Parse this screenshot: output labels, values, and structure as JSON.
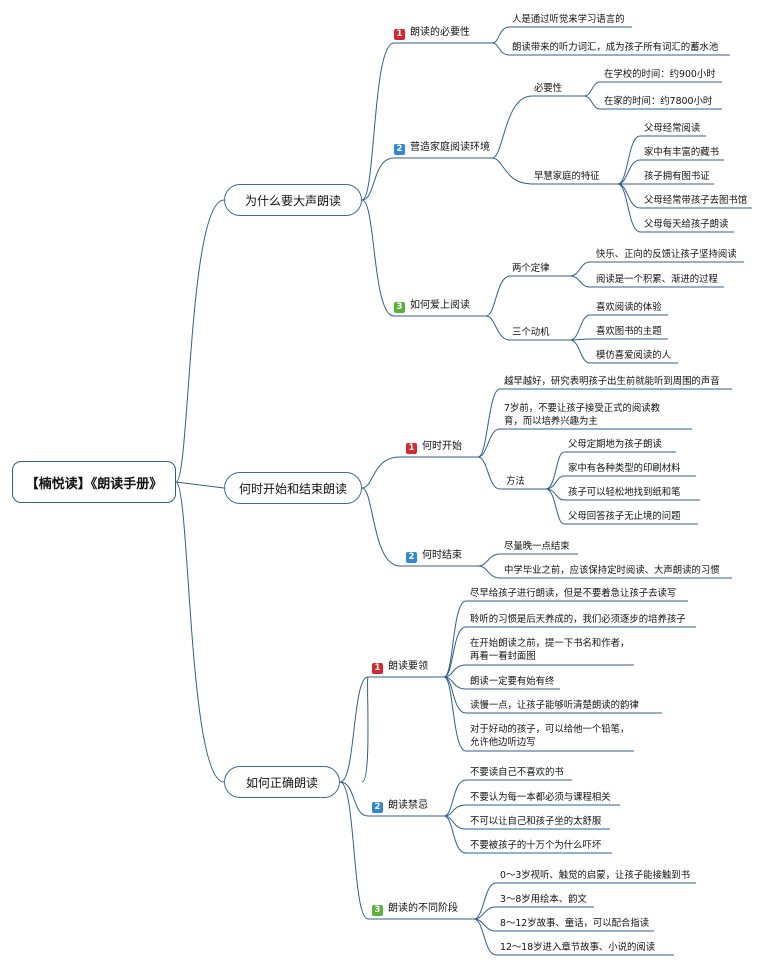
{
  "root": "【楠悦读】《朗读手册》",
  "branches": [
    {
      "title": "为什么要大声朗读",
      "subs": [
        {
          "num": "1",
          "label": "朗读的必要性",
          "items": [
            "人是通过听觉来学习语言的",
            "朗读带来的听力词汇，成为孩子所有词汇的蓄水池"
          ]
        },
        {
          "num": "2",
          "label": "营造家庭阅读环境",
          "groups": [
            {
              "label": "必要性",
              "items": [
                "在学校的时间：约900小时",
                "在家的时间：约7800小时"
              ]
            },
            {
              "label": "早慧家庭的特征",
              "items": [
                "父母经常阅读",
                "家中有丰富的藏书",
                "孩子拥有图书证",
                "父母经常带孩子去图书馆",
                "父母每天给孩子朗读"
              ]
            }
          ]
        },
        {
          "num": "3",
          "label": "如何爱上阅读",
          "groups": [
            {
              "label": "两个定律",
              "items": [
                "快乐、正向的反馈让孩子坚持阅读",
                "阅读是一个积累、渐进的过程"
              ]
            },
            {
              "label": "三个动机",
              "items": [
                "喜欢阅读的体验",
                "喜欢图书的主题",
                "模仿喜爱阅读的人"
              ]
            }
          ]
        }
      ]
    },
    {
      "title": "何时开始和结束朗读",
      "subs": [
        {
          "num": "1",
          "label": "何时开始",
          "items": [
            "越早越好，研究表明孩子出生前就能听到周围的声音",
            [
              "7岁前，不要让孩子接受正式的阅读教",
              "育，而以培养兴趣为主"
            ]
          ],
          "groups": [
            {
              "label": "方法",
              "items": [
                "父母定期地为孩子朗读",
                "家中有各种类型的印刷材料",
                "孩子可以轻松地找到纸和笔",
                "父母回答孩子无止境的问题"
              ]
            }
          ]
        },
        {
          "num": "2",
          "label": "何时结束",
          "items": [
            "尽量晚一点结束",
            "中学毕业之前，应该保持定时阅读、大声朗读的习惯"
          ]
        }
      ]
    },
    {
      "title": "如何正确朗读",
      "subs": [
        {
          "num": "1",
          "label": "朗读要领",
          "items": [
            "尽早给孩子进行朗读，但是不要着急让孩子去读写",
            "聆听的习惯是后天养成的，我们必须逐步的培养孩子",
            [
              "在开始朗读之前，提一下书名和作者，",
              "再看一看封面图"
            ],
            "朗读一定要有始有终",
            "读慢一点，让孩子能够听清楚朗读的韵律",
            [
              "对于好动的孩子，可以给他一个铅笔，",
              "允许他边听边写"
            ]
          ]
        },
        {
          "num": "2",
          "label": "朗读禁忌",
          "items": [
            "不要读自己不喜欢的书",
            "不要认为每一本都必须与课程相关",
            "不可以让自己和孩子坐的太舒服",
            "不要被孩子的十万个为什么吓坏"
          ]
        },
        {
          "num": "3",
          "label": "朗读的不同阶段",
          "items": [
            "0～3岁视听、触觉的启蒙，让孩子能接触到书",
            "3～8岁用绘本、韵文",
            "8～12岁故事、童话，可以配合指读",
            "12～18岁进入章节故事、小说的阅读"
          ]
        }
      ]
    }
  ]
}
